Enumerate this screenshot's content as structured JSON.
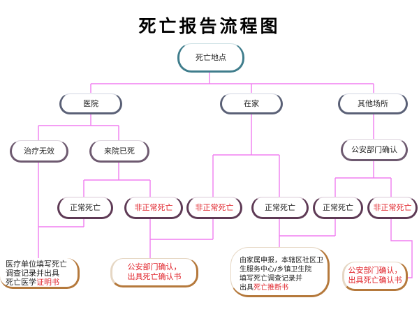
{
  "title": "死亡报告流程图",
  "root": "死亡地点",
  "places": {
    "hospital": "医院",
    "home": "在家",
    "other": "其他场所"
  },
  "hospital_branches": {
    "treatment_failed": "治疗无效",
    "dead_on_arrival": "来院已死"
  },
  "other_branch": {
    "police_confirm": "公安部门确认"
  },
  "death_types": {
    "normal": "正常死亡",
    "abnormal": "非正常死亡"
  },
  "outcomes": {
    "hospital_record": {
      "line1": "医疗单位填写死亡",
      "line2": "调查记录并出具",
      "line3_prefix": "死亡医学",
      "line3_highlight": "证明书"
    },
    "police_cert_1": {
      "line1": "公安部门确认，",
      "line2": "出具死亡确认书"
    },
    "home_record": {
      "line1": "由家属申报，本辖区社区卫",
      "line2": "生服务中心/乡镇卫生院",
      "line3": "填写死亡调查记录并",
      "line4_prefix": "出具",
      "line4_highlight": "死亡推断书"
    },
    "police_cert_2": {
      "line1": "公安部门确认，",
      "line2": "出具死亡确认书"
    }
  },
  "colors": {
    "connector": "#f07ef0",
    "highlight": "#e0232a"
  }
}
